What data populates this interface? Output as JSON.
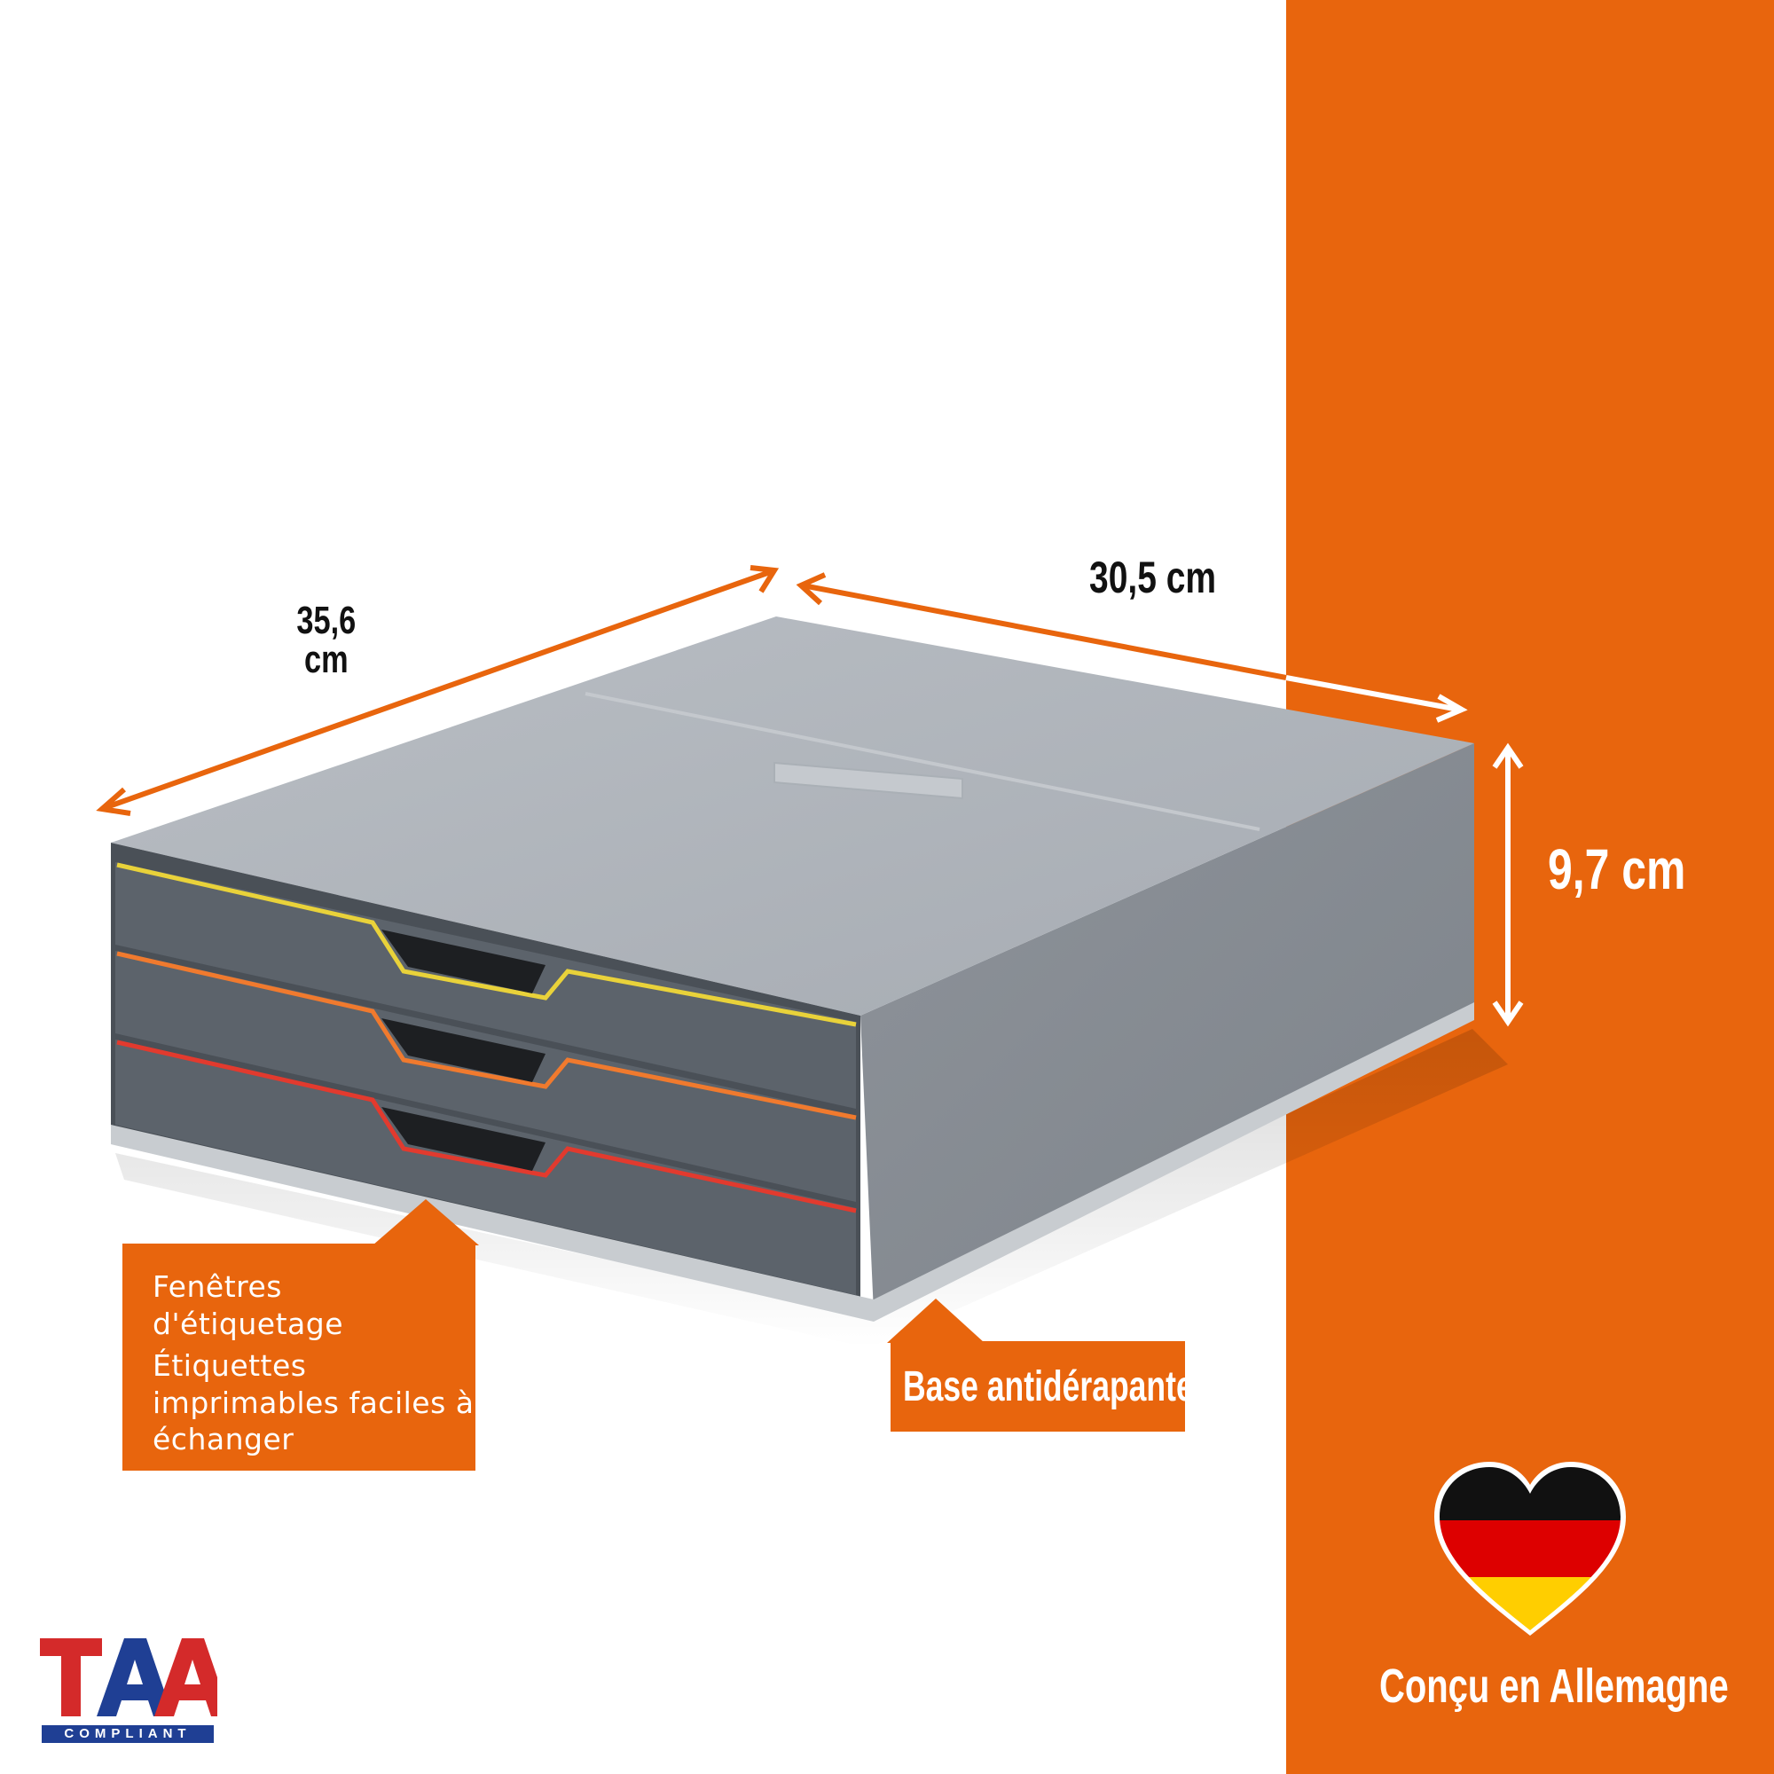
{
  "colors": {
    "accent_orange": "#e8650d",
    "body_grey": "#9aa0a6",
    "drawer_dark": "#5c636b",
    "drawer_yellow": "#e9d23a",
    "drawer_orange": "#f07a2e",
    "drawer_red": "#e23a2e",
    "taa_red": "#d42a2a",
    "taa_blue": "#1f3f94"
  },
  "dimensions": {
    "depth": {
      "value": "35,6",
      "unit": "cm"
    },
    "width": "30,5 cm",
    "height": "9,7 cm"
  },
  "callouts": {
    "label_windows": {
      "title": "Fenêtres d'étiquetage",
      "detail": "Étiquettes imprimables faciles à échanger"
    },
    "base": "Base antidérapante"
  },
  "badge": {
    "made_in": "Conçu en Allemagne",
    "flag_icon": "german-flag-heart-icon"
  },
  "logo": {
    "name": "TAA",
    "caption": "COMPLIANT"
  }
}
